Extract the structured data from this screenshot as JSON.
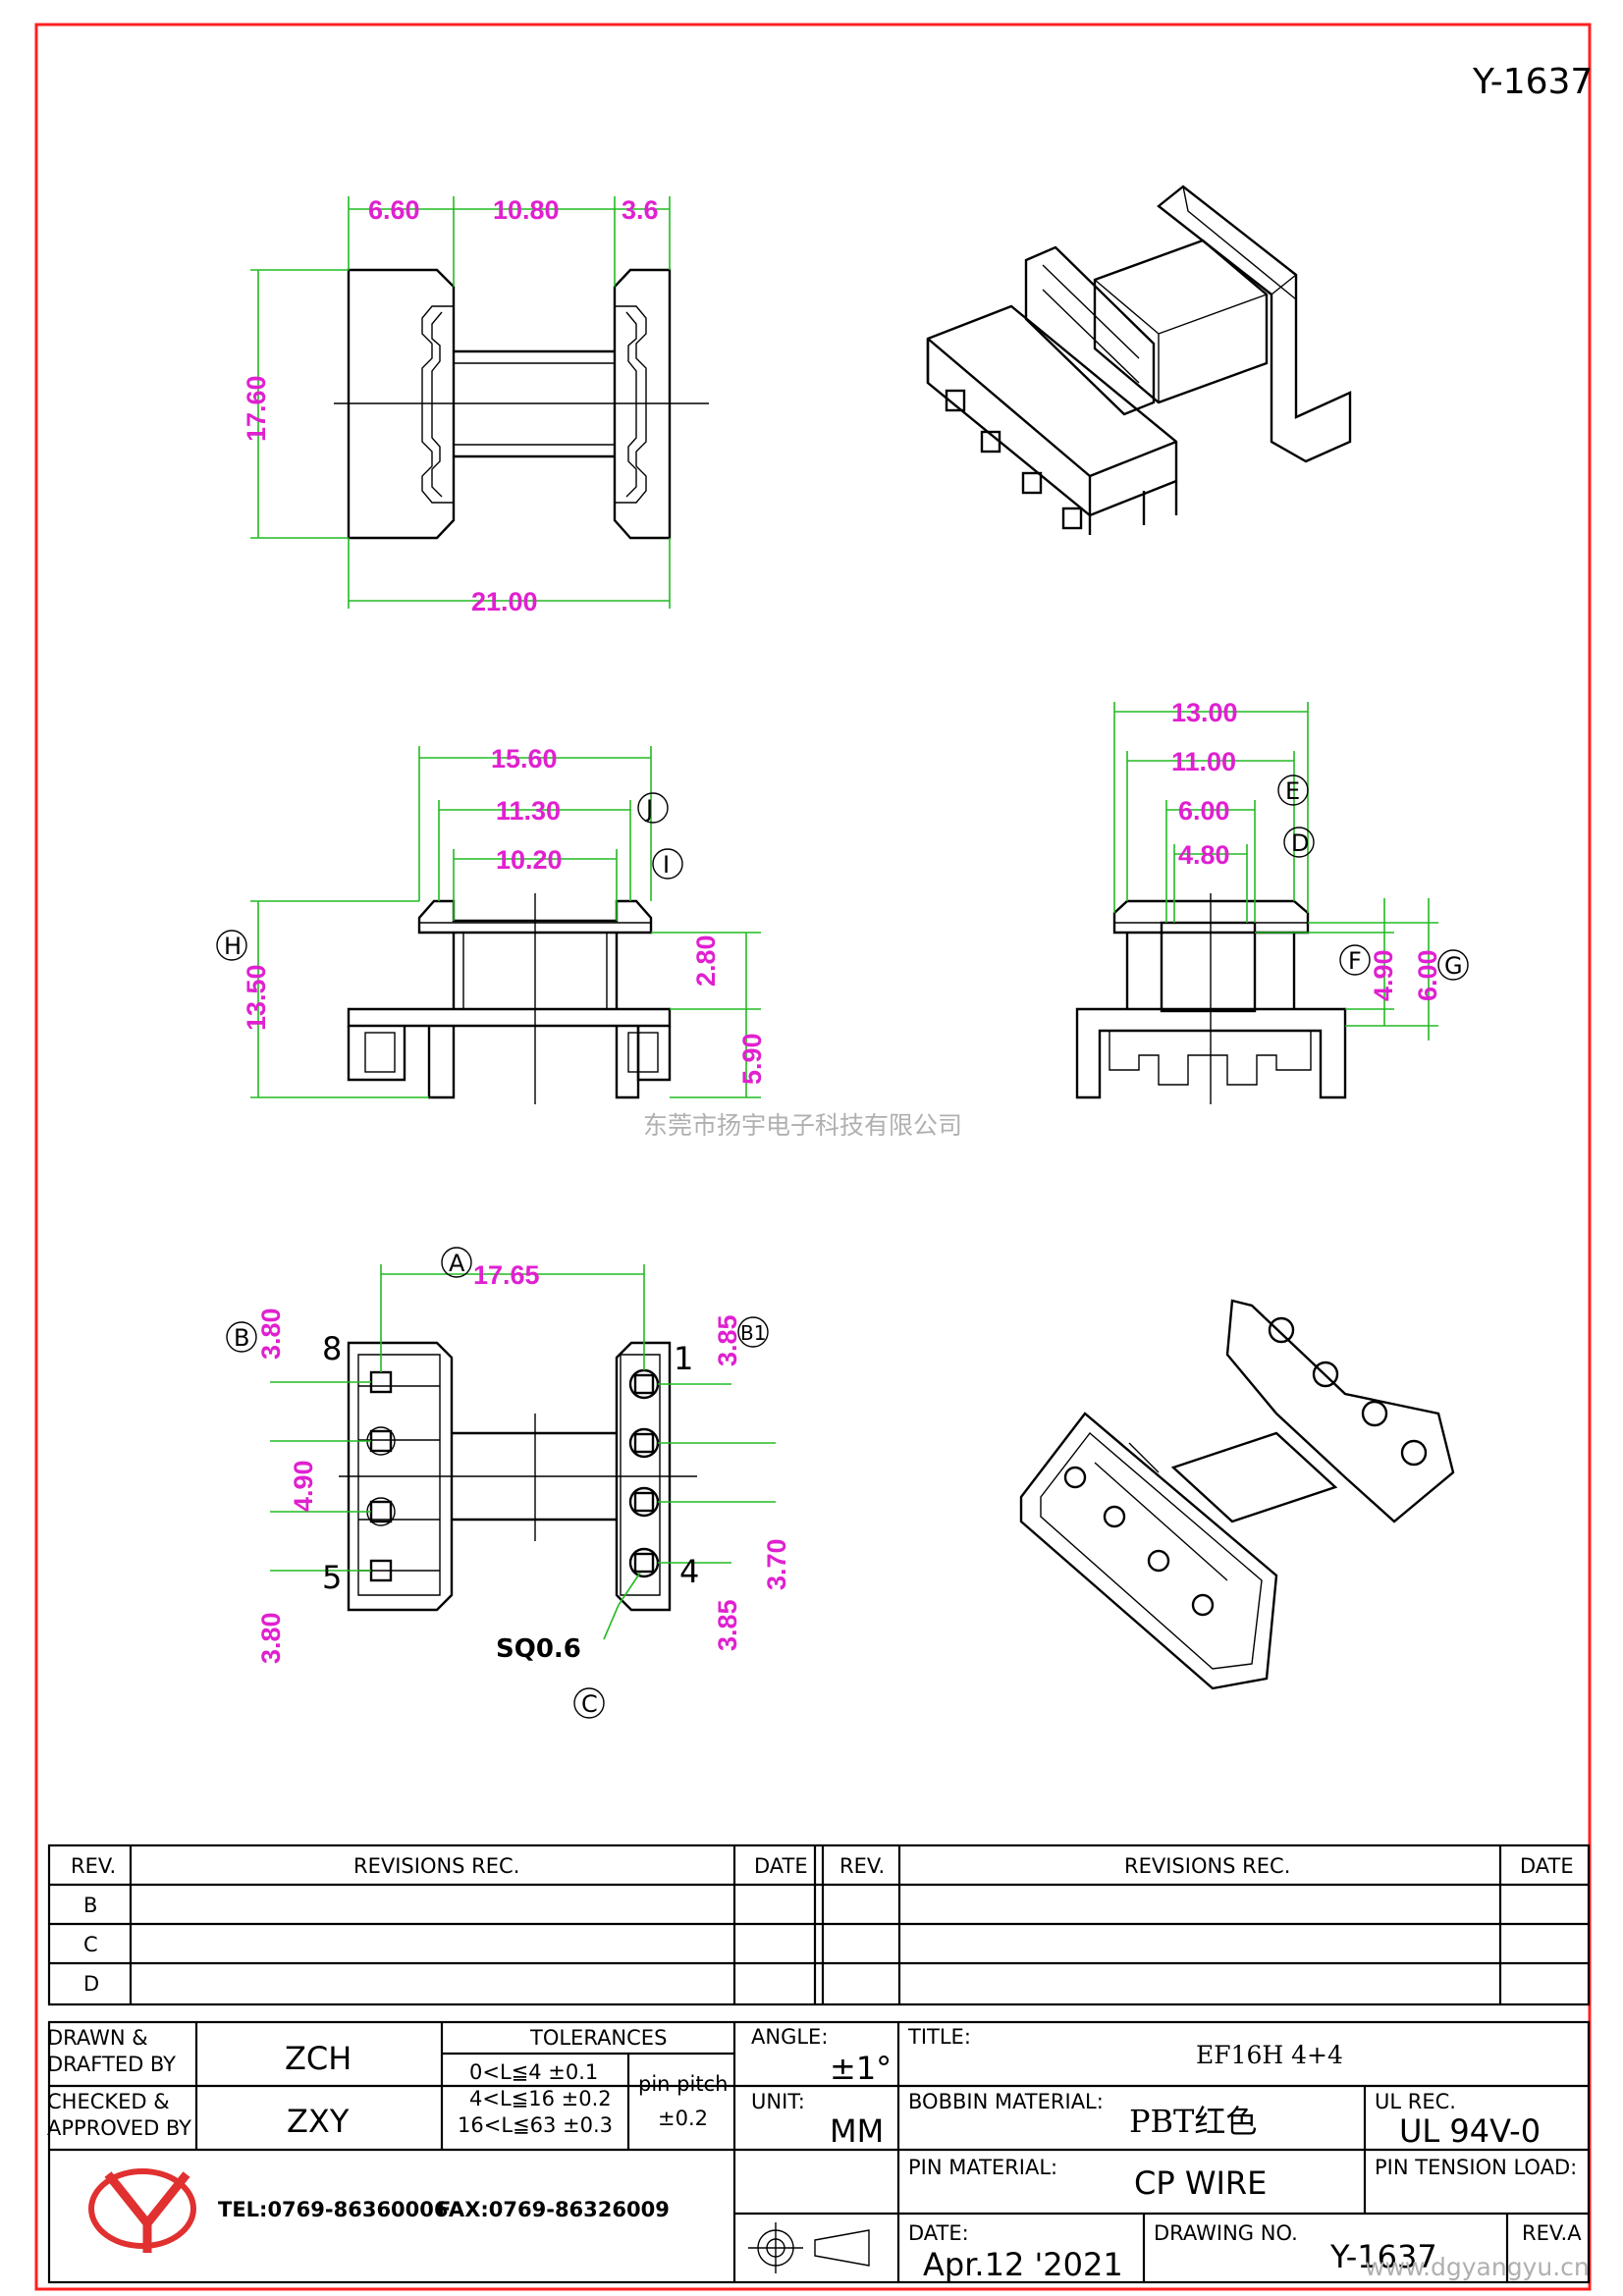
{
  "drawing_no_top": "Y-1637",
  "dimensions": {
    "top_width_left": "6.60",
    "top_width_mid": "10.80",
    "top_width_right": "3.6",
    "top_height": "17.60",
    "top_total": "21.00",
    "front_w1": "15.60",
    "front_w2": "11.30",
    "front_w3": "10.20",
    "front_h_total": "13.50",
    "front_h_upper": "2.80",
    "front_h_lower": "5.90",
    "side_w1": "13.00",
    "side_w2": "11.00",
    "side_w3": "6.00",
    "side_w4": "4.80",
    "side_h1": "4.90",
    "side_h2": "6.00",
    "bottom_span": "17.65",
    "bottom_left_top": "3.80",
    "bottom_left_mid": "4.90",
    "bottom_left_bot": "3.80",
    "bottom_right_top": "3.85",
    "bottom_right_mid": "3.70",
    "bottom_right_bot": "3.85",
    "pin_square": "SQ0.6"
  },
  "callouts": {
    "A": "A",
    "B": "B",
    "B1": "B1",
    "C": "C",
    "D": "D",
    "E": "E",
    "F": "F",
    "G": "G",
    "H": "H",
    "I": "I",
    "J": "J"
  },
  "pin_labels": {
    "p8": "8",
    "p5": "5",
    "p1": "1",
    "p4": "4"
  },
  "watermark": "东莞市扬宇电子科技有限公司",
  "revisions": {
    "col_rev": "REV.",
    "col_rec": "REVISIONS    REC.",
    "col_date": "DATE",
    "rows": [
      "B",
      "C",
      "D"
    ]
  },
  "title_block": {
    "drawn_label_1": "DRAWN  &",
    "drawn_label_2": "DRAFTED  BY",
    "drawn_value": "ZCH",
    "checked_label_1": "CHECKED  &",
    "checked_label_2": "APPROVED  BY",
    "checked_value": "ZXY",
    "tolerances_label": "TOLERANCES",
    "tol_1": "0<L≦4    ±0.1",
    "tol_2": "4<L≦16  ±0.2",
    "tol_3": "16<L≦63  ±0.3",
    "pin_pitch_label": "pin  pitch",
    "pin_pitch_value": "±0.2",
    "angle_label": "ANGLE:",
    "angle_value": "±1°",
    "unit_label": "UNIT:",
    "unit_value": "MM",
    "title_label": "TITLE:",
    "title_value": "EF16H  4+4",
    "bobbin_label": "BOBBIN  MATERIAL:",
    "bobbin_value": "PBT红色",
    "ul_label": "UL  REC.",
    "ul_value": "UL  94V-0",
    "pin_material_label": "PIN  MATERIAL:",
    "pin_material_value": "CP  WIRE",
    "pin_tension_label": "PIN  TENSION  LOAD:",
    "tel": "TEL:0769-86360006",
    "fax": "FAX:0769-86326009",
    "date_label": "DATE:",
    "date_value": "Apr.12  '2021",
    "drawing_no_label": "DRAWING  NO.",
    "drawing_no_value": "Y-1637",
    "rev_label": "REV.A",
    "website": "www.dgyangyu.cn"
  },
  "colors": {
    "frame": "#ff2020",
    "dimension": "#e020d0",
    "extension": "#22bb22",
    "logo": "#e03030"
  }
}
